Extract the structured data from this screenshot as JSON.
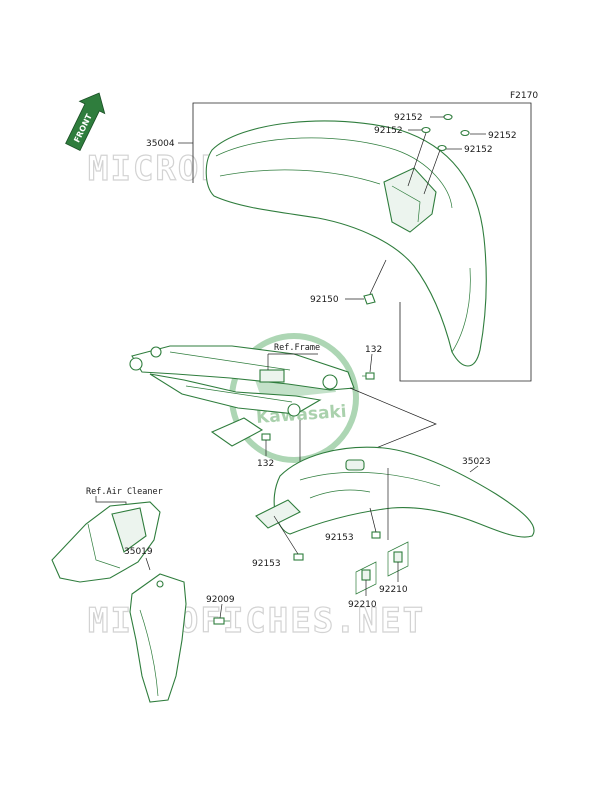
{
  "diagram_code": "F2170",
  "front_badge": "FRONT",
  "watermark": "MICROFICHES.NET",
  "logo_text": "Kawasaki",
  "parts": {
    "front_fender": "35004",
    "plug_1": "92152",
    "plug_2": "92152",
    "plug_3": "92152",
    "plug_4": "92152",
    "grommet": "92150",
    "bolt_top": "132",
    "bolt_mid": "132",
    "rear_fender": "35023",
    "flap": "35019",
    "bolt_flap": "92009",
    "bolt_rf_left": "92153",
    "bolt_rf_right": "92153",
    "nut_1": "92210",
    "nut_2": "92210"
  },
  "refs": {
    "frame": "Ref.Frame",
    "air_cleaner": "Ref.Air Cleaner"
  }
}
